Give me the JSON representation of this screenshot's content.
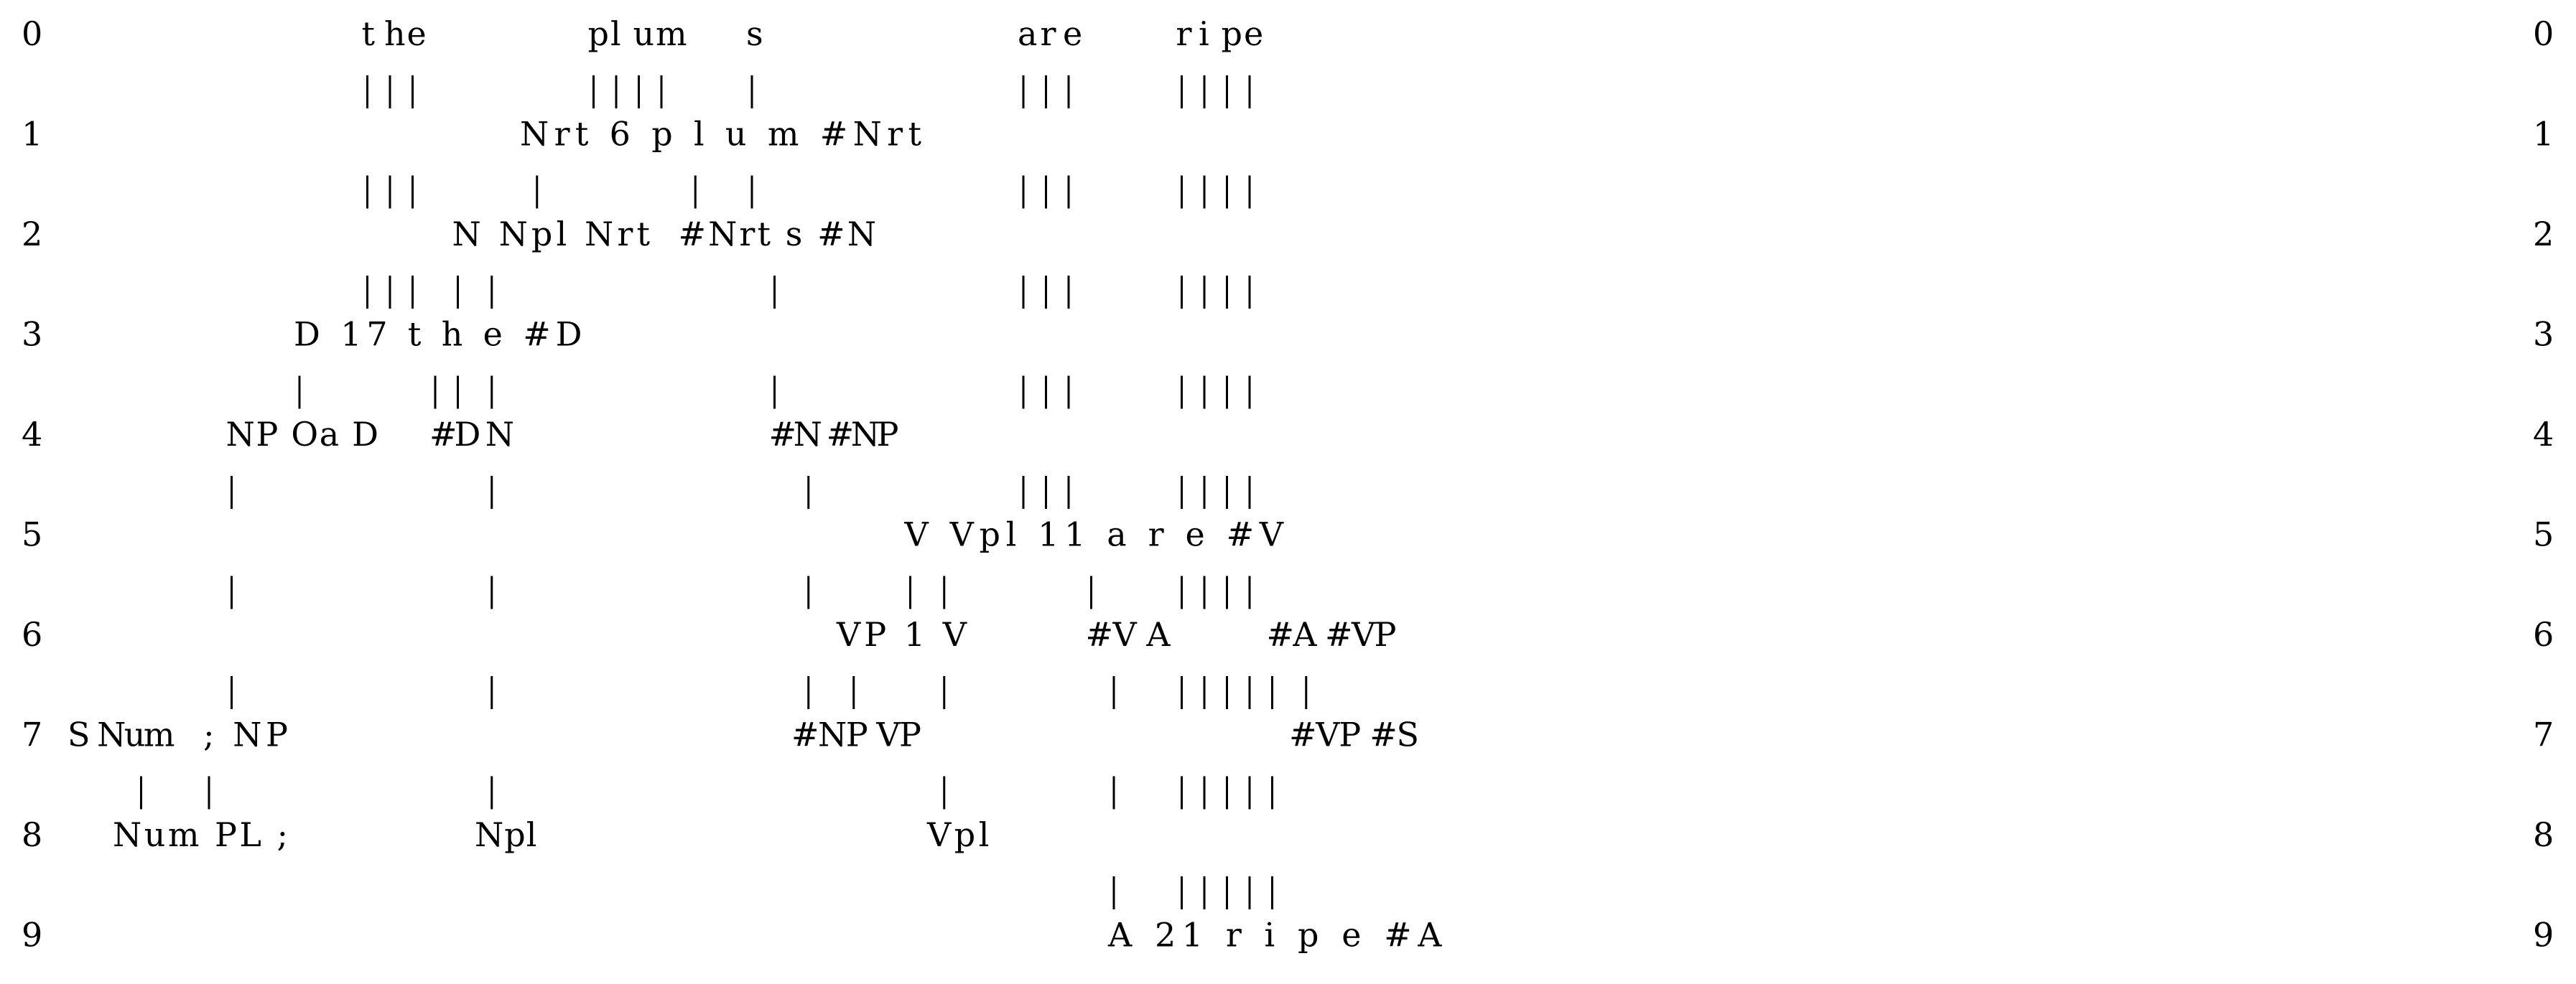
{
  "diagram": {
    "row_labels": [
      "0",
      "1",
      "2",
      "3",
      "4",
      "5",
      "6",
      "7",
      "8",
      "9"
    ],
    "rows": [
      {
        "row": 0,
        "cells": [
          {
            "col": 13,
            "text": "t"
          },
          {
            "col": 14,
            "text": "h"
          },
          {
            "col": 15,
            "text": "e"
          },
          {
            "col": 23,
            "text": "p"
          },
          {
            "col": 24,
            "text": "l"
          },
          {
            "col": 25,
            "text": "u"
          },
          {
            "col": 26,
            "text": "m"
          },
          {
            "col": 30,
            "text": "s"
          },
          {
            "col": 42,
            "text": "a"
          },
          {
            "col": 43,
            "text": "r"
          },
          {
            "col": 44,
            "text": "e"
          },
          {
            "col": 49,
            "text": "r"
          },
          {
            "col": 50,
            "text": "i"
          },
          {
            "col": 51,
            "text": "p"
          },
          {
            "col": 52,
            "text": "e"
          }
        ]
      },
      {
        "row": 1,
        "cells": [
          {
            "col": 20,
            "text": "Nrt 6 p l u m #Nrt"
          }
        ]
      },
      {
        "row": 2,
        "cells": [
          {
            "col": 17,
            "text": "N Npl Nrt"
          },
          {
            "col": 27,
            "text": "#Nrt s #N"
          }
        ]
      },
      {
        "row": 3,
        "cells": [
          {
            "col": 10,
            "text": "D 17 t h e #D"
          }
        ]
      },
      {
        "row": 4,
        "cells": [
          {
            "col": 7,
            "text": "NP Oa D"
          },
          {
            "col": 16,
            "text": "#D N"
          },
          {
            "col": 31,
            "text": "#N #NP"
          }
        ]
      },
      {
        "row": 5,
        "cells": [
          {
            "col": 37,
            "text": "V Vpl 11 a r e #V"
          }
        ]
      },
      {
        "row": 6,
        "cells": [
          {
            "col": 34,
            "text": "VP 1 V"
          },
          {
            "col": 45,
            "text": "#V A"
          },
          {
            "col": 53,
            "text": "#A #VP"
          }
        ]
      },
      {
        "row": 7,
        "cells": [
          {
            "col": 0,
            "text": "S Num"
          },
          {
            "col": 6,
            "text": "; NP"
          },
          {
            "col": 32,
            "text": "#NP VP"
          },
          {
            "col": 54,
            "text": "#VP #S"
          }
        ]
      },
      {
        "row": 8,
        "cells": [
          {
            "col": 2,
            "text": "Num PL ;"
          },
          {
            "col": 18,
            "text": "Npl"
          },
          {
            "col": 38,
            "text": "Vpl"
          }
        ]
      },
      {
        "row": 9,
        "cells": [
          {
            "col": 46,
            "text": "A 21 r i p e #A"
          }
        ]
      }
    ]
  }
}
